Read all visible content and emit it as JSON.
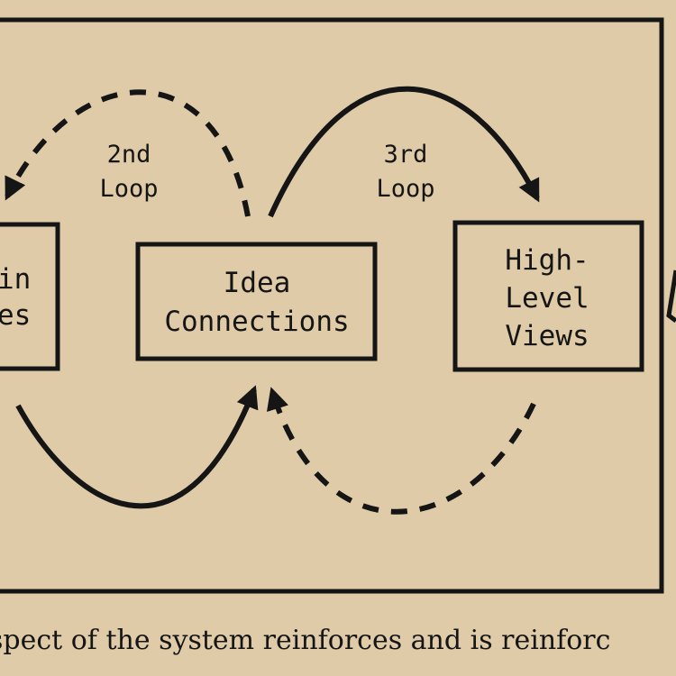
{
  "diagram": {
    "boxes": {
      "left": {
        "line1": "in",
        "line2": "es"
      },
      "center": {
        "line1": "Idea",
        "line2": "Connections"
      },
      "right": {
        "line1": "High-",
        "line2": "Level",
        "line3": "Views"
      }
    },
    "loops": {
      "second": {
        "line1": "2nd",
        "line2": "Loop"
      },
      "third": {
        "line1": "3rd",
        "line2": "Loop"
      }
    },
    "caption": "spect of the system reinforces and is reinforc"
  },
  "colors": {
    "background": "#dfcba8",
    "ink": "#151515"
  }
}
